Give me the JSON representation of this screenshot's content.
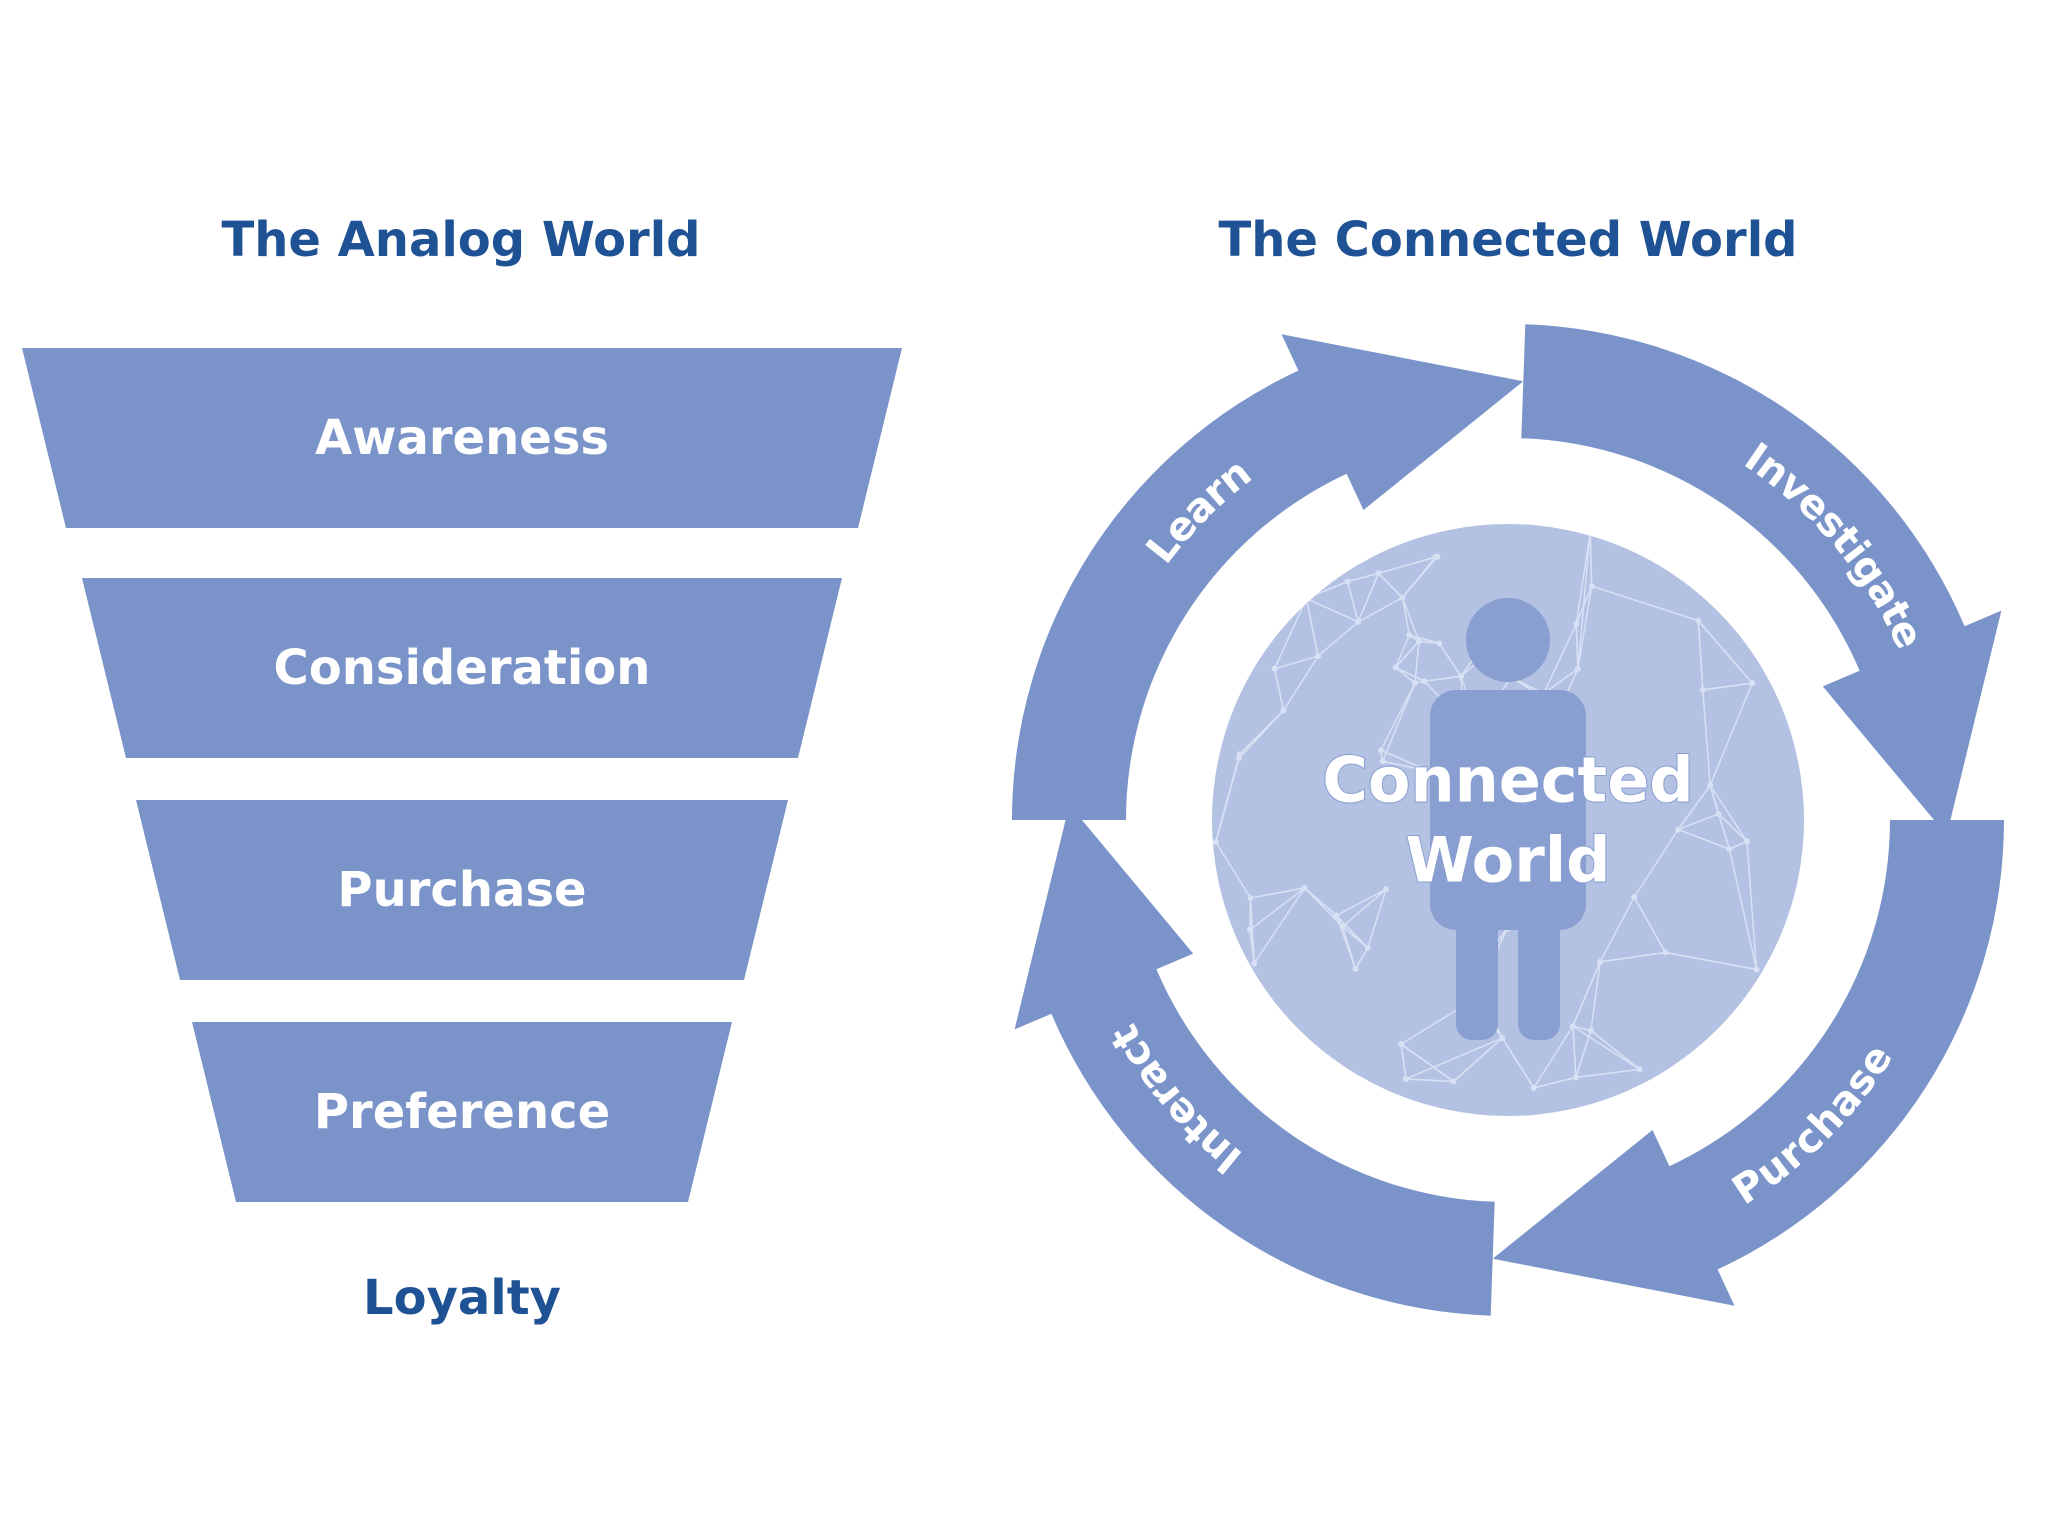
{
  "analog": {
    "title": "The Analog World",
    "stages": [
      "Awareness",
      "Consideration",
      "Purchase",
      "Preference"
    ],
    "final_stage": "Loyalty"
  },
  "connected": {
    "title": "The Connected World",
    "center_lines": [
      "Connected",
      "World"
    ],
    "cycle": [
      "Learn",
      "Investigate",
      "Purchase",
      "Interact"
    ]
  },
  "colors": {
    "heading": "#1e5294",
    "shape": "#7a93c8",
    "shape_text": "#ffffff",
    "circle": "#b3c1e3",
    "circle_network": "#d8e0f4",
    "figure": "#8a9fd1"
  }
}
